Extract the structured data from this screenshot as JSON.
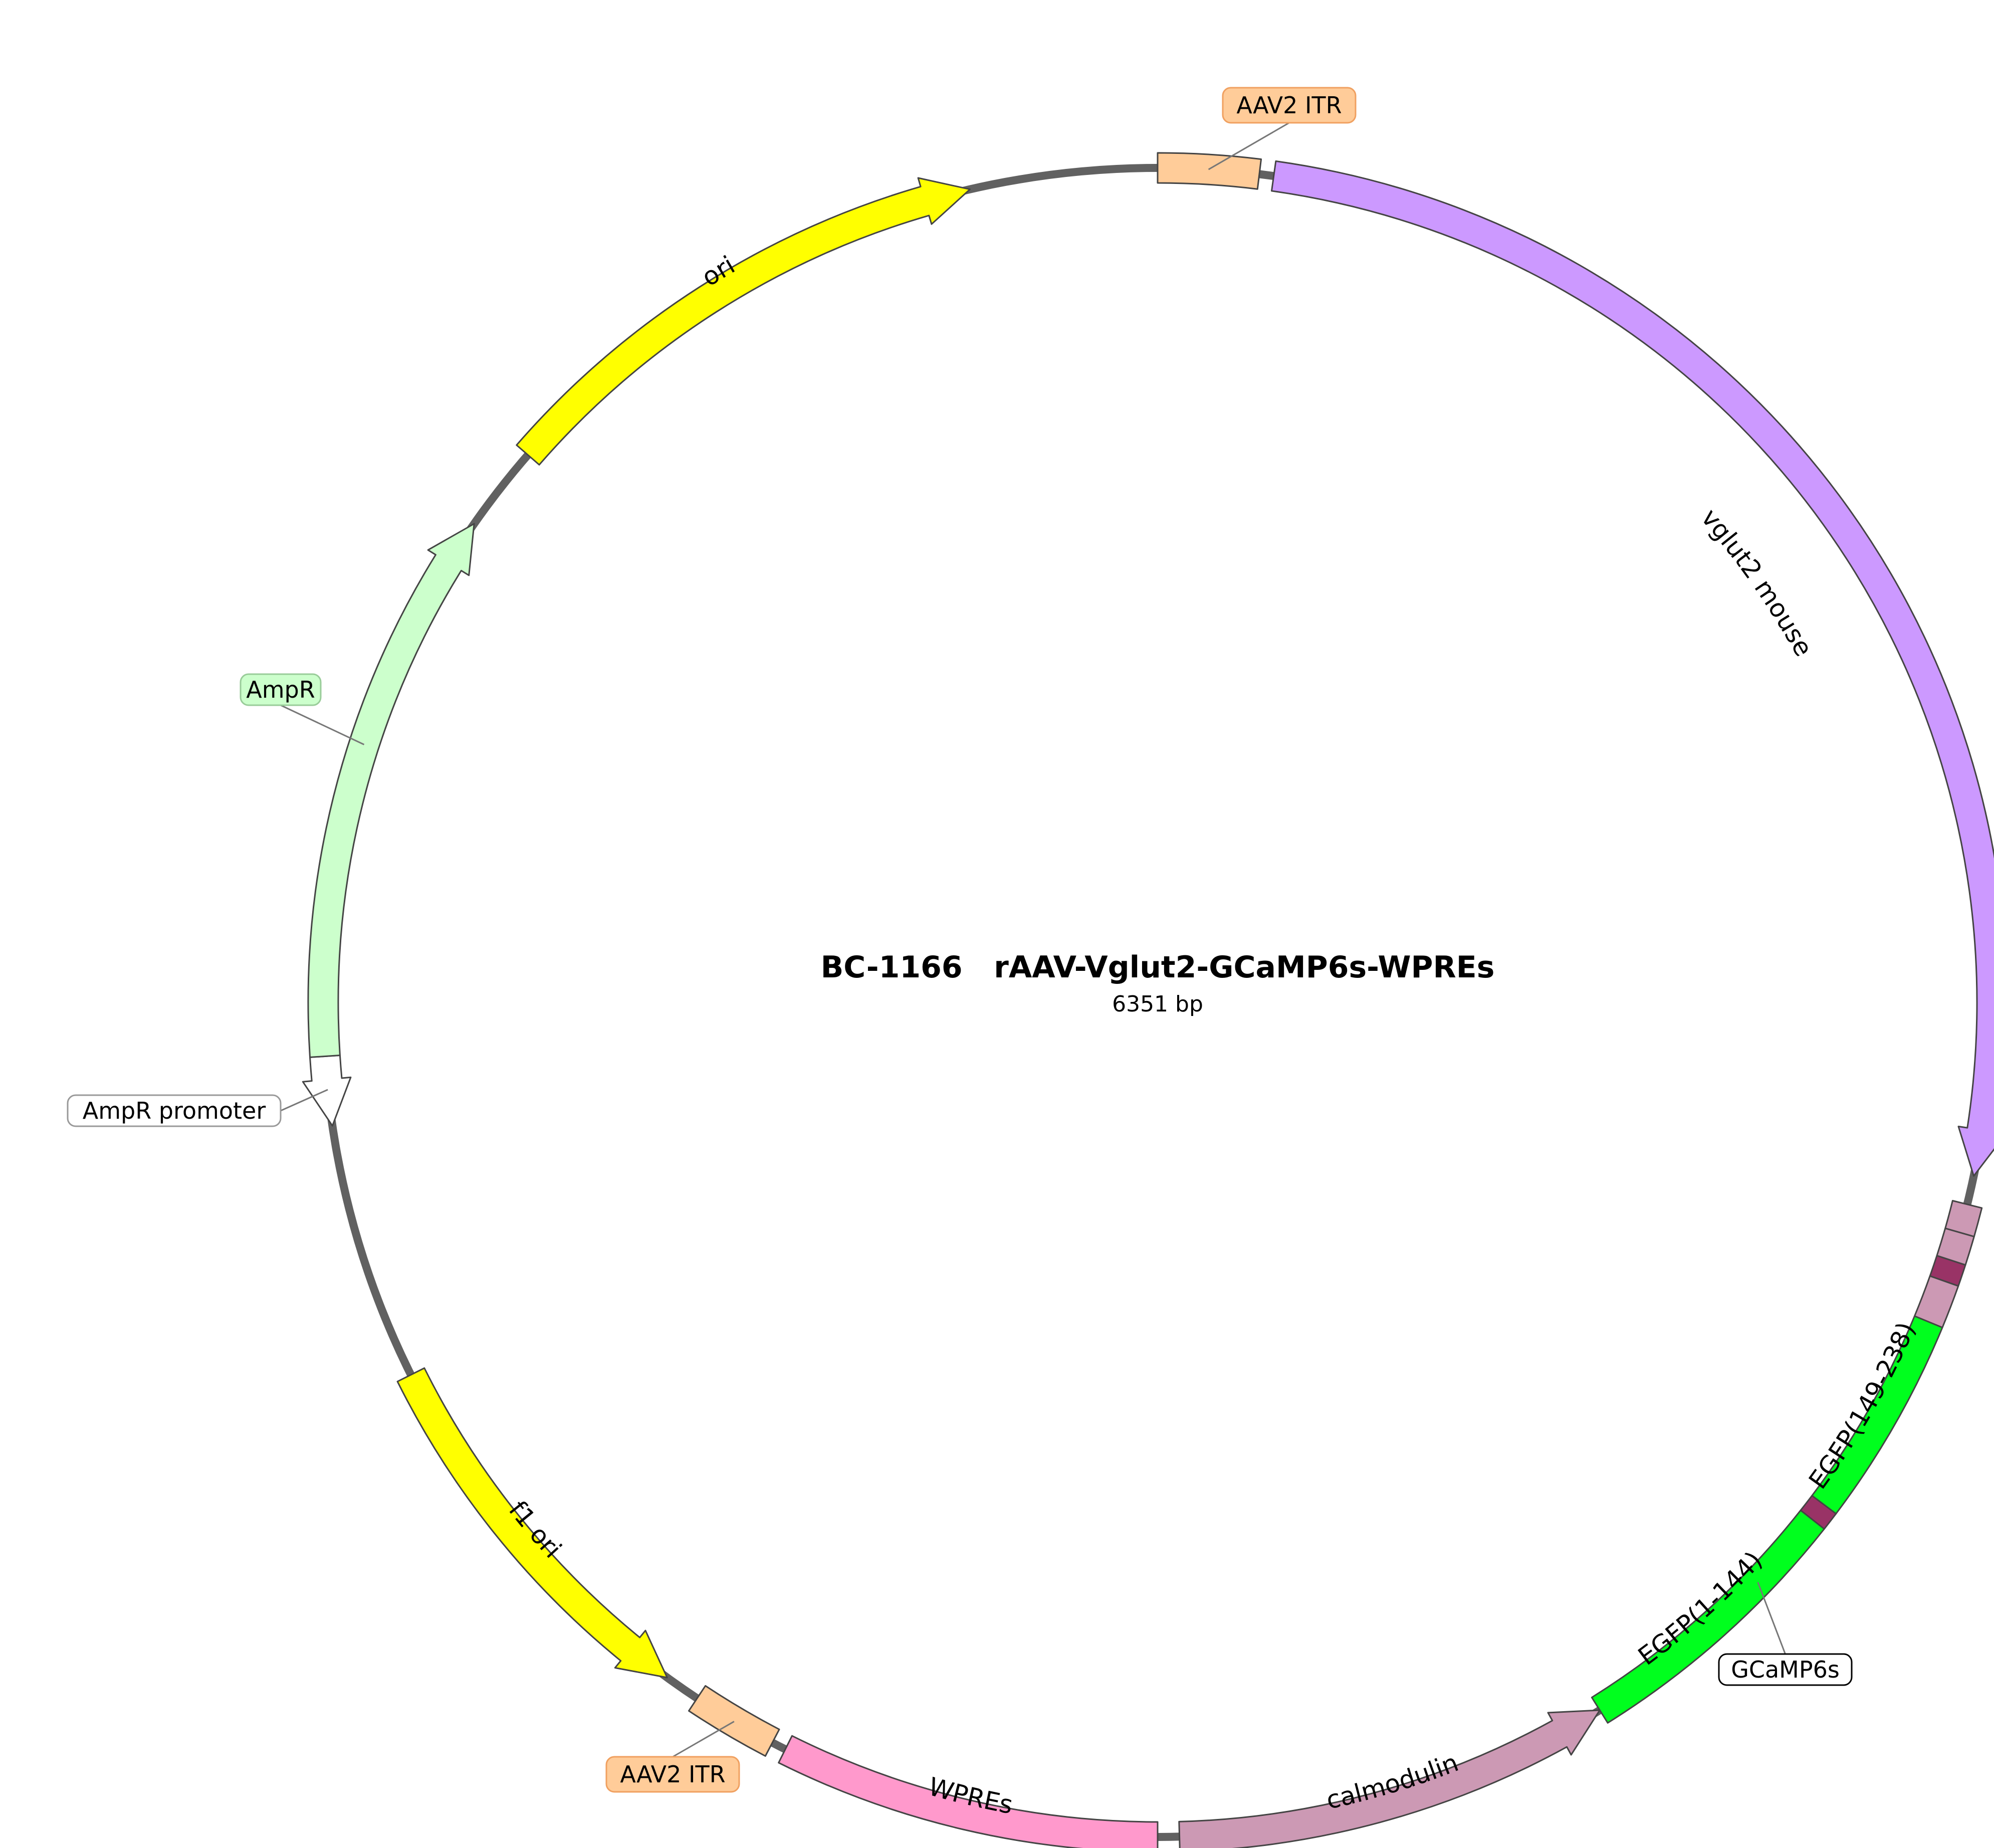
{
  "plasmid": {
    "name": "BC-1166   rAAV-Vglut2-GCaMP6s-WPREs",
    "size_label": "6351 bp",
    "total_bp": 6351
  },
  "backbone_color": "#616161",
  "features": [
    {
      "id": "ori",
      "label": "ori",
      "start_deg": -49,
      "end_deg": -13,
      "dir": "cw",
      "color": "#ffff00",
      "inline": true
    },
    {
      "id": "aav2-itr-top",
      "label": "AAV2 ITR",
      "start_deg": 0,
      "end_deg": 7,
      "dir": "none",
      "color": "#ffcc99",
      "inline": false
    },
    {
      "id": "vglut2-mouse",
      "label": "vglut2  mouse",
      "start_deg": 8,
      "end_deg": 102,
      "dir": "cw",
      "color": "#cc99ff",
      "inline": true
    },
    {
      "id": "linker-1",
      "label": "",
      "start_deg": 104,
      "end_deg": 106,
      "dir": "none",
      "color": "#cc99b4",
      "inline": false
    },
    {
      "id": "linker-2",
      "label": "",
      "start_deg": 106,
      "end_deg": 108,
      "dir": "none",
      "color": "#cc99b4",
      "inline": false
    },
    {
      "id": "linker-3",
      "label": "",
      "start_deg": 108,
      "end_deg": 109.5,
      "dir": "none",
      "color": "#993366",
      "inline": false
    },
    {
      "id": "linker-4",
      "label": "",
      "start_deg": 109.5,
      "end_deg": 112.5,
      "dir": "none",
      "color": "#cc99b4",
      "inline": false
    },
    {
      "id": "egfp-149-238",
      "label": "EGFP(149-238)",
      "start_deg": 112.5,
      "end_deg": 127,
      "dir": "none",
      "color": "#00ff1e",
      "inline": true
    },
    {
      "id": "linker-5",
      "label": "",
      "start_deg": 127,
      "end_deg": 128.3,
      "dir": "none",
      "color": "#993366",
      "inline": false
    },
    {
      "id": "egfp-1-144",
      "label": "EGFP(1-144)",
      "start_deg": 128.3,
      "end_deg": 148,
      "dir": "none",
      "color": "#00ff1e",
      "inline": true
    },
    {
      "id": "calmodulin",
      "label": "calmodulin",
      "start_deg": 148,
      "end_deg": 178.5,
      "dir": "ccw",
      "color": "#cc99b4",
      "inline": true
    },
    {
      "id": "wpres",
      "label": "WPREs",
      "start_deg": 180,
      "end_deg": 206.5,
      "dir": "none",
      "color": "#ff99cc",
      "inline": true
    },
    {
      "id": "aav2-itr-bottom",
      "label": "AAV2 ITR",
      "start_deg": 207.5,
      "end_deg": 213.5,
      "dir": "none",
      "color": "#ffcc99",
      "inline": false
    },
    {
      "id": "f1-ori",
      "label": "f1 ori",
      "start_deg": 216,
      "end_deg": 243.5,
      "dir": "ccw",
      "color": "#ffff00",
      "inline": true
    },
    {
      "id": "ampr-promoter",
      "label": "AmpR promoter",
      "start_deg": 261.5,
      "end_deg": 266.3,
      "dir": "ccw",
      "color": "#ffffff",
      "inline": false
    },
    {
      "id": "ampr",
      "label": "AmpR",
      "start_deg": 266.3,
      "end_deg": 305,
      "dir": "cw",
      "color": "#ccffcc",
      "inline": false
    }
  ],
  "callouts": [
    {
      "id": "callout-aav2-itr-top",
      "text": "AAV2 ITR",
      "color": "#ffcc99",
      "border": "#f0a060",
      "anchor_deg": 3.5
    },
    {
      "id": "callout-ampr",
      "text": "AmpR",
      "color": "#ccffcc",
      "border": "#99cc99",
      "anchor_deg": 288
    },
    {
      "id": "callout-ampr-promoter",
      "text": "AmpR promoter",
      "color": "#ffffff",
      "border": "#999999",
      "anchor_deg": 264
    },
    {
      "id": "callout-gcamp6s",
      "text": "GCaMP6s",
      "color": "#ffffff",
      "border": "#000000",
      "anchor_deg": 134
    },
    {
      "id": "callout-aav2-itr-bottom",
      "text": "AAV2 ITR",
      "color": "#ffcc99",
      "border": "#f0a060",
      "anchor_deg": 210.5
    }
  ]
}
